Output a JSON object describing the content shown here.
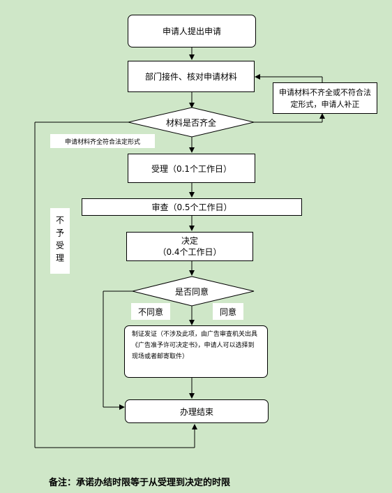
{
  "steps": {
    "apply": "申请人提出申请",
    "receive": "部门接件、核对申请材料",
    "materials_check": "材料是否齐全",
    "supplement": "申请材料不齐全或不符合法定形式，申请人补正",
    "complete_label": "申请材料齐全符合法定形式",
    "accept": "受理（0.1个工作日）",
    "review": "审查（0.5个工作日）",
    "decide_title": "决定",
    "decide_time": "（0.4个工作日）",
    "agree_check": "是否同意",
    "disagree": "不同意",
    "agree": "同意",
    "certificate": "制证发证（不涉及此项，由广告审查机关出具《广告准予许可决定书》，申请人可以选择到现场或者邮寄取件）",
    "end": "办理结束",
    "not_accept": "不予受理"
  },
  "note": "备注：承诺办结时限等于从受理到决定的时限"
}
